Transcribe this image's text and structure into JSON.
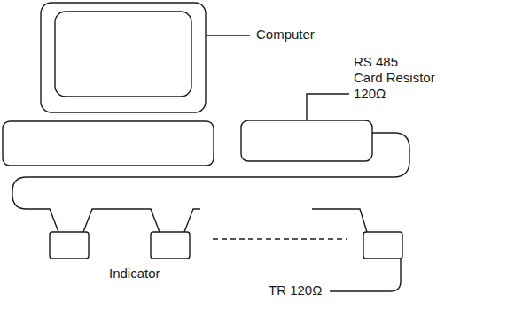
{
  "diagram": {
    "labels": [
      "Computer",
      "RS 485",
      "Card Resistor",
      "120Ω",
      "Indicator",
      "TR 120Ω"
    ]
  }
}
